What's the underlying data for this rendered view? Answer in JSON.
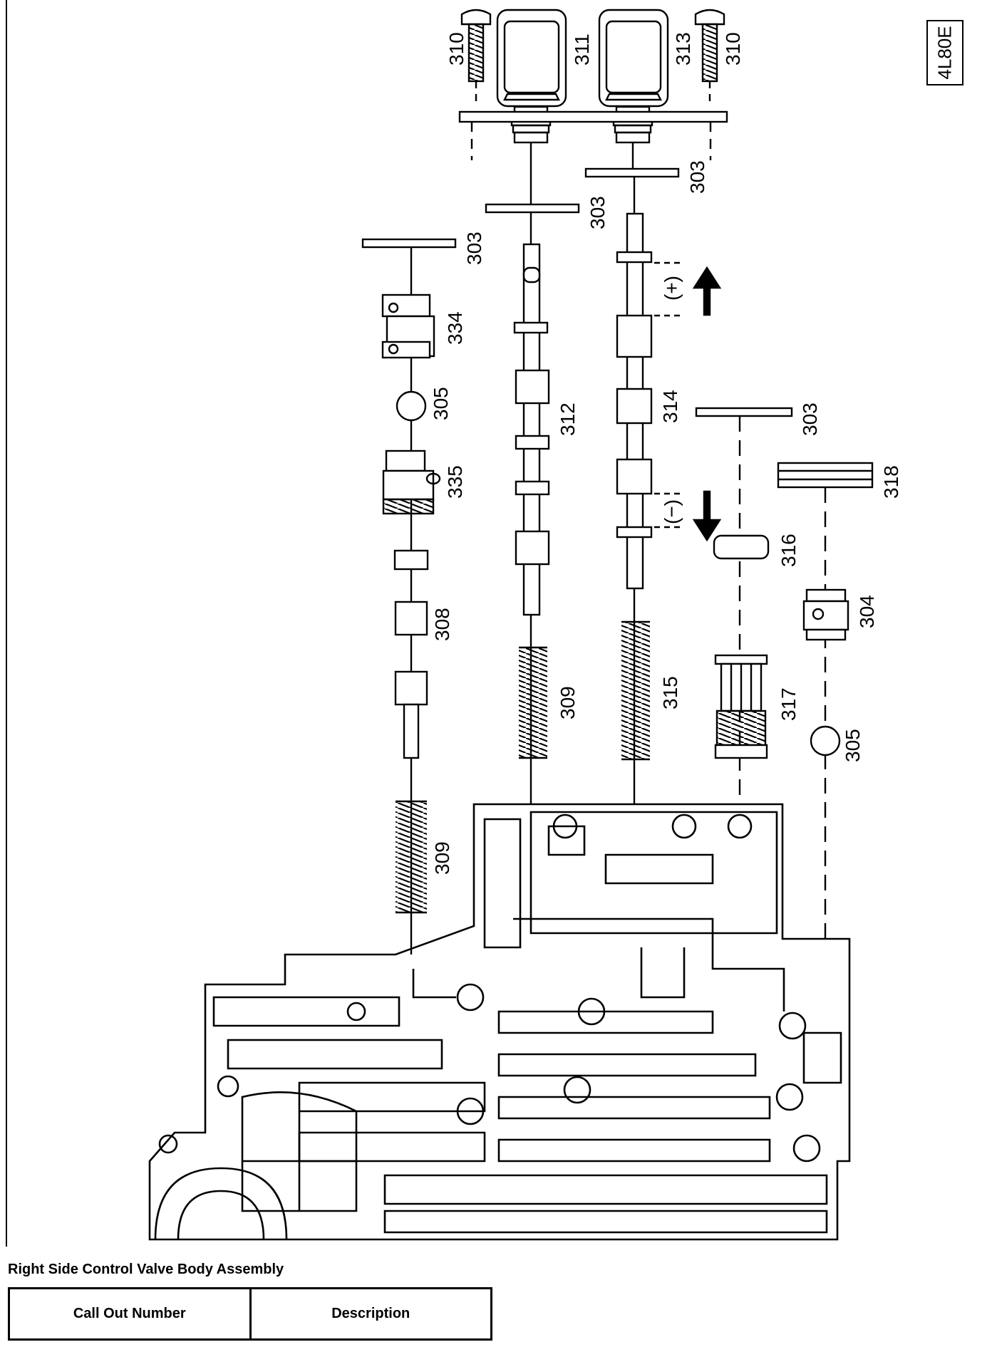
{
  "model_tag": "4L80E",
  "caption": "Right Side Control Valve Body Assembly",
  "table": {
    "headers": [
      "Call Out Number",
      "Description"
    ]
  },
  "callouts": {
    "c310a": "310",
    "c311": "311",
    "c313": "313",
    "c310b": "310",
    "c303a": "303",
    "c303b": "303",
    "c303c": "303",
    "c303d": "303",
    "c334": "334",
    "c305a": "305",
    "c335": "335",
    "c308": "308",
    "c309a": "309",
    "c312": "312",
    "c309b": "309",
    "c314": "314",
    "c315": "315",
    "c316": "316",
    "c317": "317",
    "c318": "318",
    "c304": "304",
    "c305b": "305",
    "plus": "(+)",
    "minus": "(−)"
  }
}
